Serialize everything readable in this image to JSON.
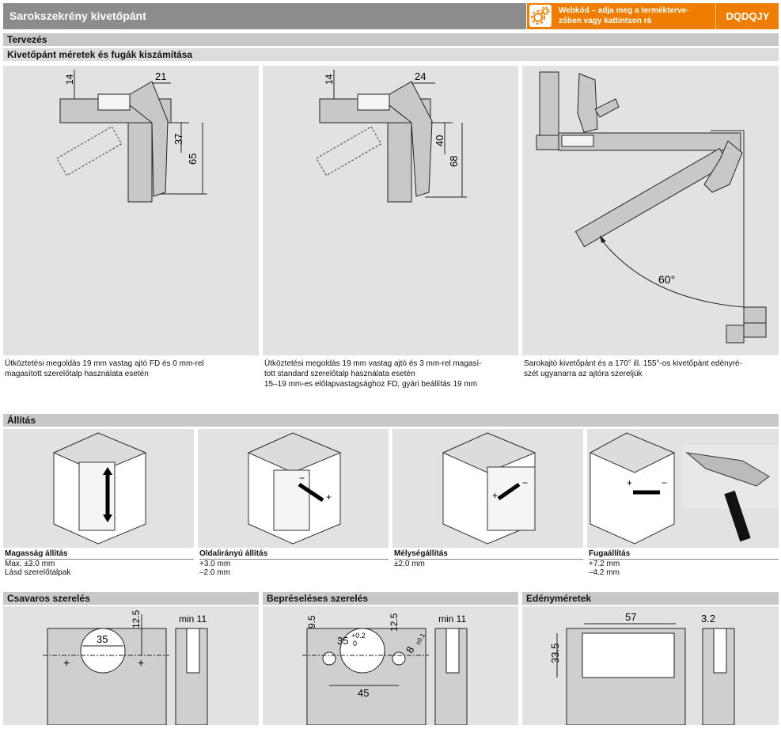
{
  "header": {
    "title": "Sarokszekrény kivetőpánt",
    "webkod_text": "Webkód – adja meg a terméktervező-ben vagy kattintson rá",
    "webkod_line1": "Webkód – adja meg a termékterve-",
    "webkod_line2": "zőben vagy kattintson rá",
    "webkod_code": "DQDQJY",
    "gear_icon": "gear-icon"
  },
  "tervezes": {
    "section": "Tervezés",
    "subtitle": "Kivetőpánt méretek és fugák kiszámítása",
    "panel1": {
      "dims": {
        "top": "14",
        "gap": "21",
        "h1": "37",
        "h2": "65"
      },
      "caption1": "Ütköztetési megoldás 19 mm vastag ajtó FD és 0 mm-rel",
      "caption2": "magasított szerelőtalp használata esetén"
    },
    "panel2": {
      "dims": {
        "top": "14",
        "gap": "24",
        "h1": "40",
        "h2": "68"
      },
      "caption1": "Ütköztetési megoldás 19 mm vastag ajtó és 3 mm-rel magasí-",
      "caption2": "tott standard szerelőtalp használata esetén",
      "caption3": "15–19 mm-es előlapvastagsághoz FD, gyári beállítás 19 mm"
    },
    "panel3": {
      "angle": "60°",
      "caption1": "Sarokajtó kivetőpánt és a 170° ill. 155°-os kivetőpánt edényré-",
      "caption2": "szét ugyanarra az ajtóra szereljük"
    }
  },
  "allitas": {
    "section": "Állítás",
    "items": [
      {
        "label": "Magasság állítás",
        "v1": "Max. ±3.0 mm",
        "v2": "Lásd szerelőtalpak"
      },
      {
        "label": "Oldalirányú állítás",
        "v1": "+3.0 mm",
        "v2": "–2.0 mm"
      },
      {
        "label": "Mélységállítás",
        "v1": "±2.0 mm",
        "v2": ""
      },
      {
        "label": "Fugaállítás",
        "v1": "+7.2 mm",
        "v2": "–4.2 mm"
      }
    ]
  },
  "bottom": {
    "csavaros": {
      "title": "Csavaros szerelés",
      "d35": "35",
      "d125": "12.5",
      "min": "min 11"
    },
    "bepreseleses": {
      "title": "Bepréseléses szerelés",
      "d95": "9.5",
      "d35": "35",
      "tol_up": "+0.2",
      "tol_dn": "0",
      "d8": "8",
      "tol8": "±0.1",
      "d125": "12.5",
      "d45": "45",
      "min": "min 11"
    },
    "edeny": {
      "title": "Edényméretek",
      "d57": "57",
      "d335": "33.5",
      "d32": "3.2"
    }
  },
  "colors": {
    "orange": "#ef7d00",
    "gray_header": "#8c8c8c",
    "panel": "#e2e2e2"
  }
}
